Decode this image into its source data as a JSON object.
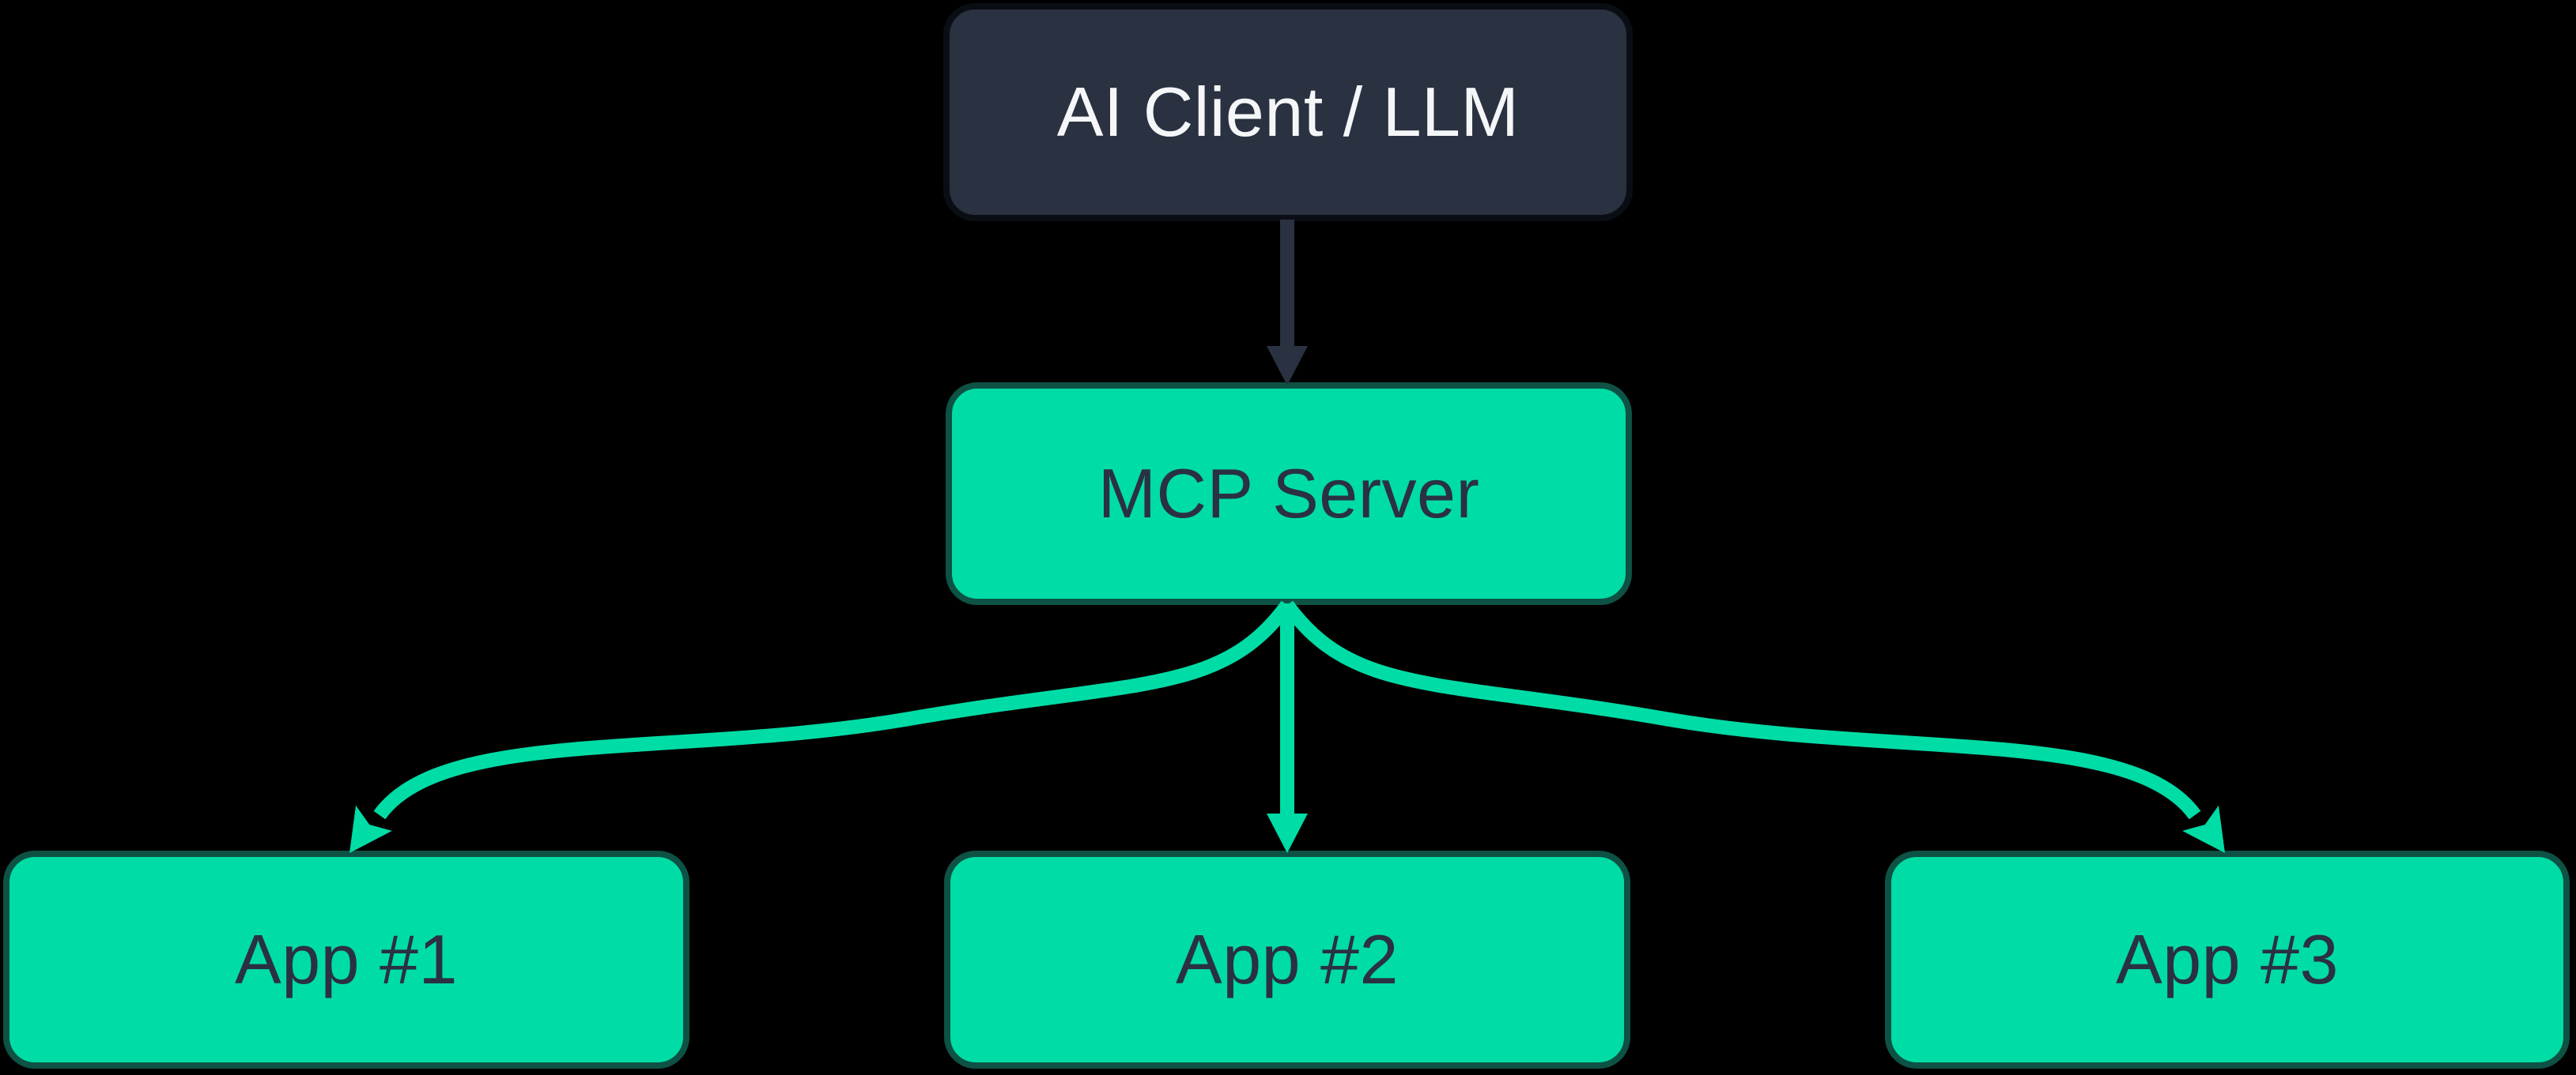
{
  "diagram": {
    "type": "flowchart",
    "direction": "top-down",
    "nodes": [
      {
        "id": "ai-client",
        "label": "AI Client / LLM",
        "variant": "dark"
      },
      {
        "id": "mcp-server",
        "label": "MCP Server",
        "variant": "teal"
      },
      {
        "id": "app-1",
        "label": "App #1",
        "variant": "teal"
      },
      {
        "id": "app-2",
        "label": "App #2",
        "variant": "teal"
      },
      {
        "id": "app-3",
        "label": "App #3",
        "variant": "teal"
      }
    ],
    "edges": [
      {
        "from": "ai-client",
        "to": "mcp-server",
        "style": "straight-arrow",
        "color": "#2A3140"
      },
      {
        "from": "mcp-server",
        "to": "app-1",
        "style": "s-curve-arrow",
        "color": "#00DCA6"
      },
      {
        "from": "mcp-server",
        "to": "app-2",
        "style": "straight-arrow",
        "color": "#00DCA6"
      },
      {
        "from": "mcp-server",
        "to": "app-3",
        "style": "s-curve-arrow",
        "color": "#00DCA6"
      }
    ],
    "colors": {
      "background": "#000000",
      "teal_fill": "#00DCA6",
      "teal_border": "#0D5244",
      "dark_fill": "#2A3140",
      "dark_border": "#0B0D15",
      "text_on_teal": "#2A3140",
      "text_on_dark": "#F5F6F8"
    }
  }
}
